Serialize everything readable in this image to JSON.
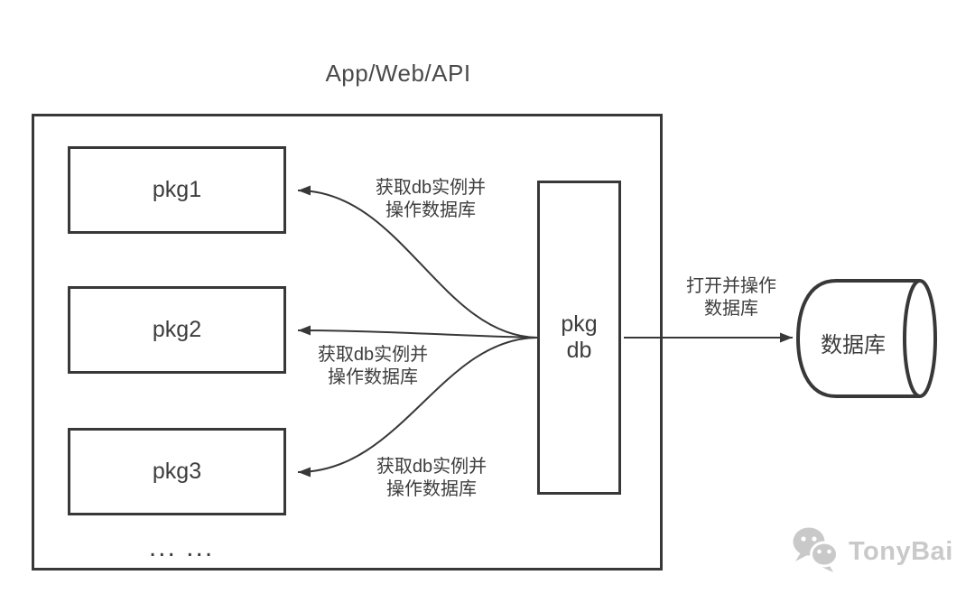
{
  "title": "App/Web/API",
  "packages": [
    {
      "label": "pkg1"
    },
    {
      "label": "pkg2"
    },
    {
      "label": "pkg3"
    }
  ],
  "more_packages_ellipsis": "... ...",
  "db_package": {
    "line1": "pkg",
    "line2": "db"
  },
  "edge_labels": [
    {
      "line1": "获取db实例并",
      "line2": "操作数据库"
    },
    {
      "line1": "获取db实例并",
      "line2": "操作数据库"
    },
    {
      "line1": "获取db实例并",
      "line2": "操作数据库"
    }
  ],
  "db_arrow_label": {
    "line1": "打开并操作",
    "line2": "数据库"
  },
  "database": {
    "label": "数据库"
  },
  "watermark": {
    "text": "TonyBai",
    "icon": "wechat-icon"
  },
  "colors": {
    "line": "#383838",
    "text": "#3d3d3d",
    "title": "#4a4a4a",
    "watermark": "#c9c9c9",
    "background": "#ffffff"
  }
}
